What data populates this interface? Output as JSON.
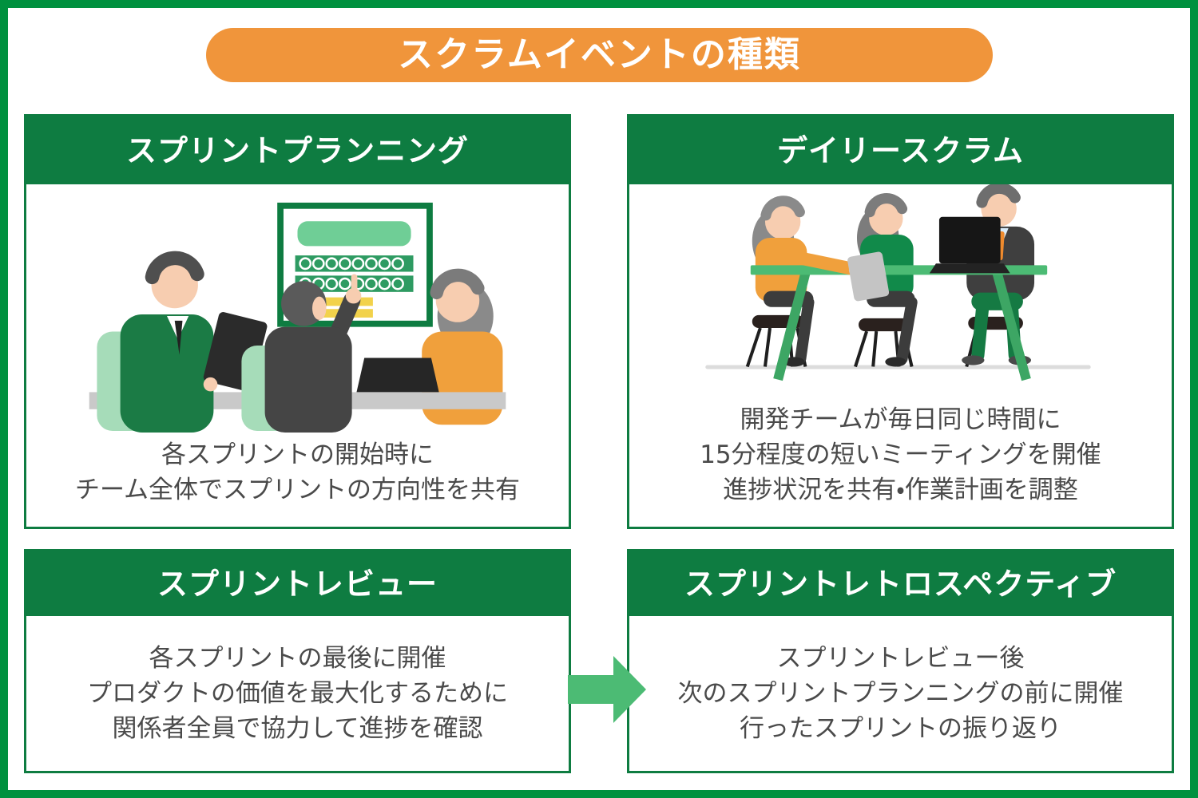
{
  "title": "スクラムイベントの種類",
  "cards": [
    {
      "title": "スプリントプランニング",
      "lines": [
        "各スプリントの開始時に",
        "チーム全体でスプリントの方向性を共有"
      ],
      "illustration": "sprint-planning-meeting-illustration"
    },
    {
      "title": "デイリースクラム",
      "lines": [
        "開発チームが毎日同じ時間に",
        "15分程度の短いミーティングを開催",
        "進捗状況を共有・作業計画を調整"
      ],
      "illustration": "daily-scrum-table-illustration"
    },
    {
      "title": "スプリントレビュー",
      "lines": [
        "各スプリントの最後に開催",
        "プロダクトの価値を最大化するために",
        "関係者全員で協力して進捗を確認"
      ]
    },
    {
      "title": "スプリントレトロスペクティブ",
      "lines": [
        "スプリントレビュー後",
        "次のスプリントプランニングの前に開催",
        "行ったスプリントの振り返り"
      ]
    }
  ],
  "icons": {
    "flow_arrow": "arrow-right-icon"
  },
  "palette": {
    "frame_green": "#00913f",
    "card_green": "#0e7c41",
    "banner_orange": "#f0953b",
    "arrow_green": "#4cbb74",
    "body_text_gray": "#4a4a4a",
    "highlight_yellow": "#f2d24b",
    "light_green": "#a6dcb9",
    "person_orange": "#f0a03c"
  }
}
